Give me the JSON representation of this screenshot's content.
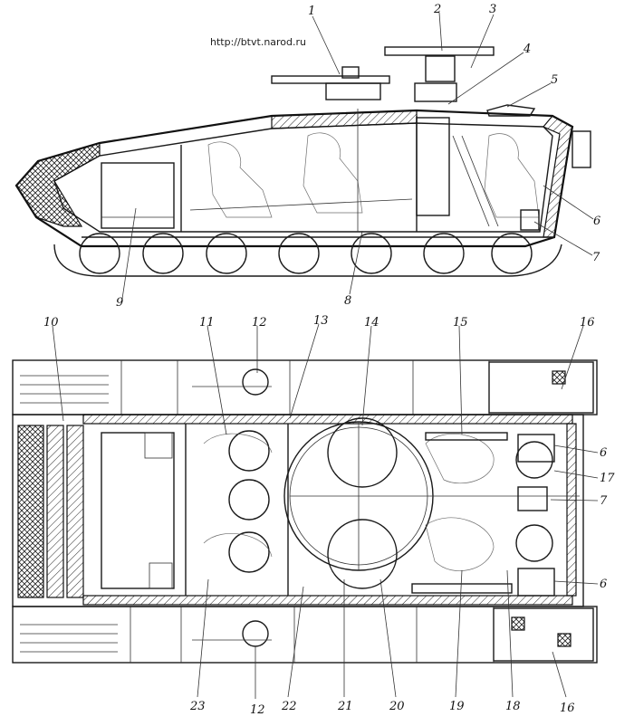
{
  "watermark_url": "http://btvt.narod.ru",
  "side_view_callouts": [
    "1",
    "2",
    "3",
    "4",
    "5",
    "6",
    "7",
    "8",
    "9"
  ],
  "plan_view_callouts": [
    "10",
    "11",
    "12",
    "13",
    "14",
    "15",
    "16",
    "6",
    "17",
    "7",
    "6",
    "18",
    "19",
    "20",
    "21",
    "22",
    "23",
    "12",
    "16"
  ],
  "colors": {
    "ink": "#1a1a1a",
    "paper": "#ffffff"
  }
}
